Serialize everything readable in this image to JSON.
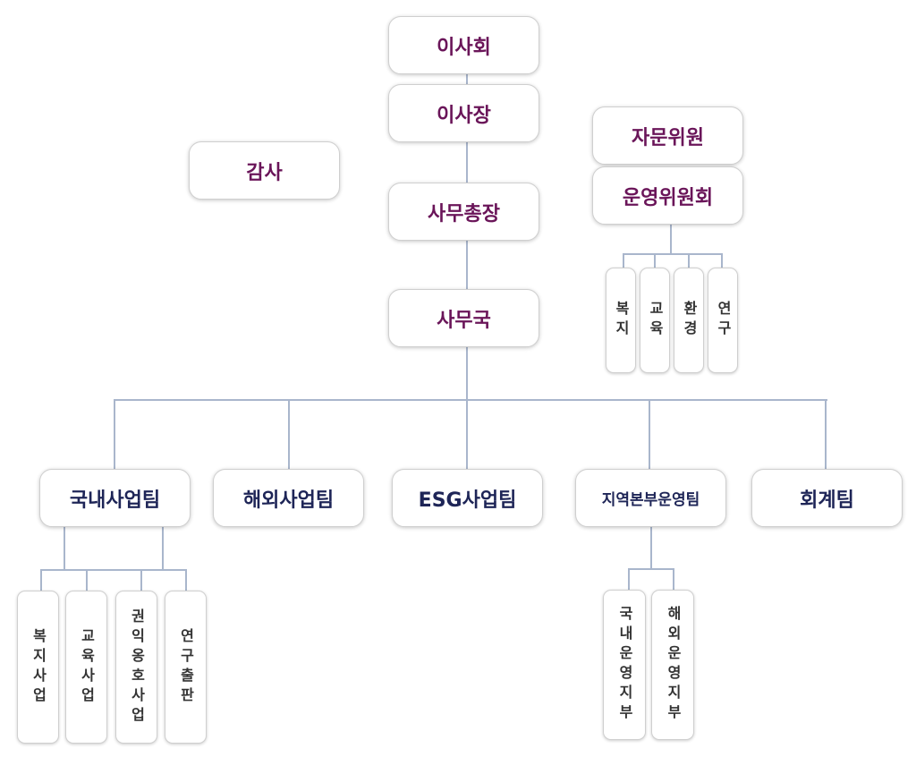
{
  "board": {
    "board_of_directors": "이사회",
    "chairman": "이사장",
    "auditor": "감사",
    "secretary_general": "사무총장",
    "secretariat": "사무국"
  },
  "advisory": {
    "advisory_committee": "자문위원",
    "steering_committee": "운영위원회",
    "subcommittees": [
      "복지",
      "교육",
      "환경",
      "연구"
    ]
  },
  "teams": [
    {
      "name": "국내사업팀",
      "units": [
        "복지사업",
        "교육사업",
        "권익옹호사업",
        "연구출판"
      ]
    },
    {
      "name": "해외사업팀",
      "units": []
    },
    {
      "name": "ESG사업팀",
      "units": []
    },
    {
      "name": "지역본부운영팀",
      "units": [
        "국내운영지부",
        "해외운영지부"
      ]
    },
    {
      "name": "회계팀",
      "units": []
    }
  ],
  "colors": {
    "upper_text": "#6a1559",
    "team_text": "#1e2557",
    "connector": "#a9b6cc"
  }
}
